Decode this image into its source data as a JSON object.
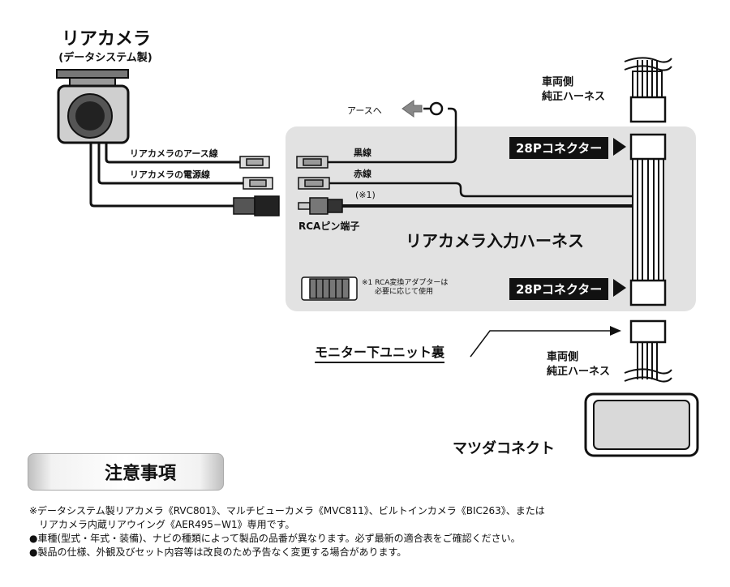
{
  "camera": {
    "title": "リアカメラ",
    "subtitle": "(データシステム製)"
  },
  "wires": {
    "camera_ground": "リアカメラのアース線",
    "camera_power": "リアカメラの電源線",
    "black": "黒線",
    "red": "赤線",
    "ground_to": "アースへ",
    "rca_note": "(※1)",
    "rca_terminal": "RCAピン端子"
  },
  "harness": {
    "title": "リアカメラ入力ハーネス",
    "connector_top": "28Pコネクター",
    "connector_bottom": "28Pコネクター",
    "adapter_note_1": "※1 RCA変換アダプターは",
    "adapter_note_2": "必要に応じて使用"
  },
  "vehicle": {
    "top_side": "車両側",
    "top_harness": "純正ハーネス",
    "bottom_side": "車両側",
    "bottom_harness": "純正ハーネス",
    "monitor_unit": "モニター下ユニット裏",
    "mazda_connect": "マツダコネクト"
  },
  "caution": {
    "title": "注意事項",
    "lines": [
      "※データシステム製リアカメラ《RVC801》、マルチビューカメラ《MVC811》、ビルトインカメラ《BIC263》、または",
      "　リアカメラ内蔵リアウイング《AER495−W1》専用です。",
      "●車種(型式・年式・装備)、ナビの種類によって製品の品番が異なります。必ず最新の適合表をご確認ください。",
      "●製品の仕様、外観及びセット内容等は改良のため予告なく変更する場合があります。"
    ]
  }
}
